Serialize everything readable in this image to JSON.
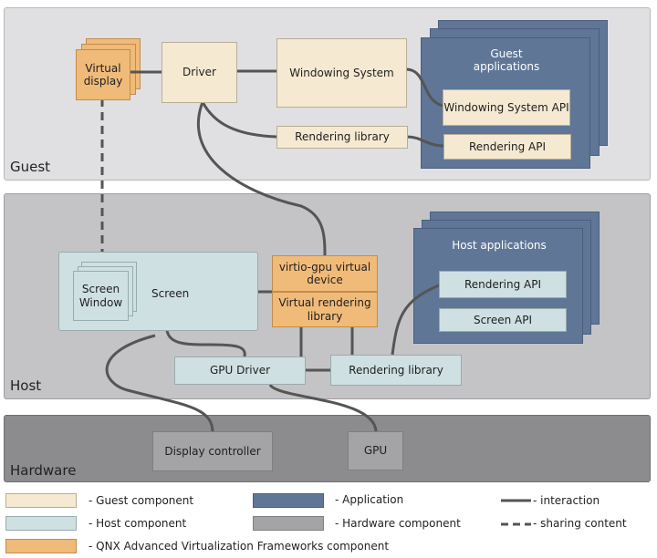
{
  "layers": {
    "guest": "Guest",
    "host": "Host",
    "hardware": "Hardware"
  },
  "guest": {
    "virtual_display": "Virtual display",
    "driver": "Driver",
    "windowing_system": "Windowing System",
    "rendering_library": "Rendering library",
    "guest_applications": "Guest applications",
    "windowing_system_api": "Windowing System API",
    "rendering_api": "Rendering API"
  },
  "host": {
    "screen": "Screen",
    "screen_window": "Screen Window",
    "virtio_gpu": "virtio-gpu virtual device",
    "virtual_rendering_library": "Virtual rendering library",
    "gpu_driver": "GPU Driver",
    "rendering_library": "Rendering library",
    "host_applications": "Host applications",
    "rendering_api": "Rendering API",
    "screen_api": "Screen API"
  },
  "hardware": {
    "display_controller": "Display controller",
    "gpu": "GPU"
  },
  "legend": {
    "guest_component": "- Guest component",
    "host_component": "- Host component",
    "qnx_component": "- QNX Advanced Virtualization Frameworks component",
    "application": "- Application",
    "hardware_component": "- Hardware component",
    "interaction": "- interaction",
    "sharing_content": "- sharing content"
  },
  "colors": {
    "guest_component": "#f5e9d2",
    "host_component": "#cfe0e2",
    "qnx_component": "#f0bb79",
    "application": "#5f7697",
    "hardware_component": "#a4a4a7",
    "guest_band": "#e0e0e2",
    "host_band": "#c4c4c6",
    "hardware_band": "#8c8c8f",
    "connector": "#555555"
  }
}
